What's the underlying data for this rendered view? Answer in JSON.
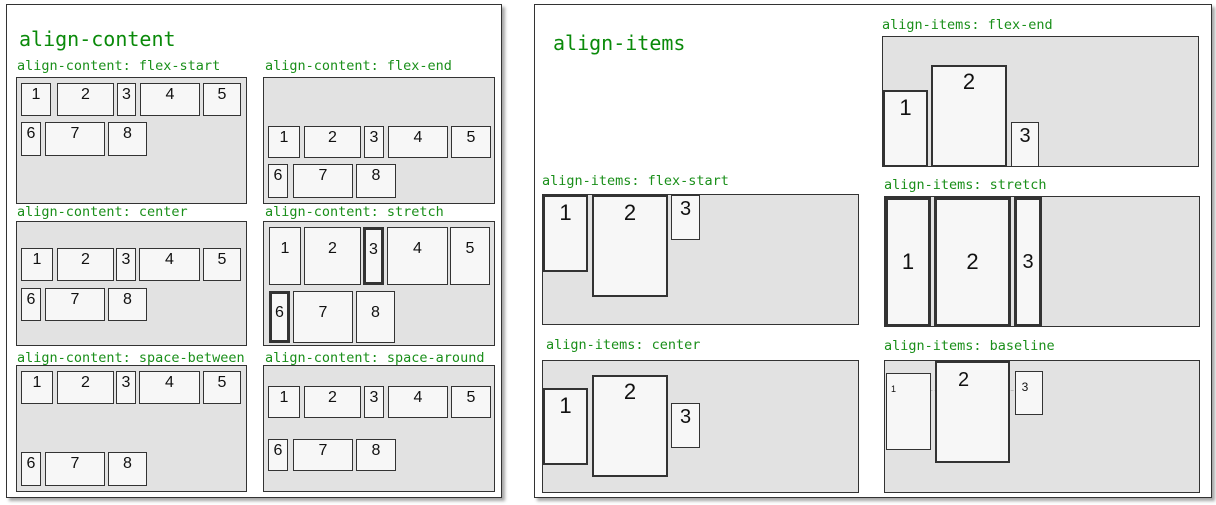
{
  "left_panel": {
    "title": "align-content",
    "examples": [
      {
        "label": "align-content: flex-start",
        "items": [
          "1",
          "2",
          "3",
          "4",
          "5",
          "6",
          "7",
          "8"
        ]
      },
      {
        "label": "align-content: flex-end",
        "items": [
          "1",
          "2",
          "3",
          "4",
          "5",
          "6",
          "7",
          "8"
        ]
      },
      {
        "label": "align-content: center",
        "items": [
          "1",
          "2",
          "3",
          "4",
          "5",
          "6",
          "7",
          "8"
        ]
      },
      {
        "label": "align-content: stretch",
        "items": [
          "1",
          "2",
          "3",
          "4",
          "5",
          "6",
          "7",
          "8"
        ]
      },
      {
        "label": "align-content: space-between",
        "items": [
          "1",
          "2",
          "3",
          "4",
          "5",
          "6",
          "7",
          "8"
        ]
      },
      {
        "label": "align-content: space-around",
        "items": [
          "1",
          "2",
          "3",
          "4",
          "5",
          "6",
          "7",
          "8"
        ]
      }
    ]
  },
  "right_panel": {
    "title": "align-items",
    "examples": [
      {
        "label": "align-items: flex-end",
        "items": [
          "1",
          "2",
          "3"
        ]
      },
      {
        "label": "align-items: flex-start",
        "items": [
          "1",
          "2",
          "3"
        ]
      },
      {
        "label": "align-items: stretch",
        "items": [
          "1",
          "2",
          "3"
        ]
      },
      {
        "label": "align-items: center",
        "items": [
          "1",
          "2",
          "3"
        ]
      },
      {
        "label": "align-items: baseline",
        "items": [
          "1",
          "2",
          "3"
        ]
      }
    ]
  },
  "colors": {
    "label_green": "#1a8f1a",
    "container_gray": "#e2e2e2",
    "item_fill": "#f7f7f7"
  }
}
